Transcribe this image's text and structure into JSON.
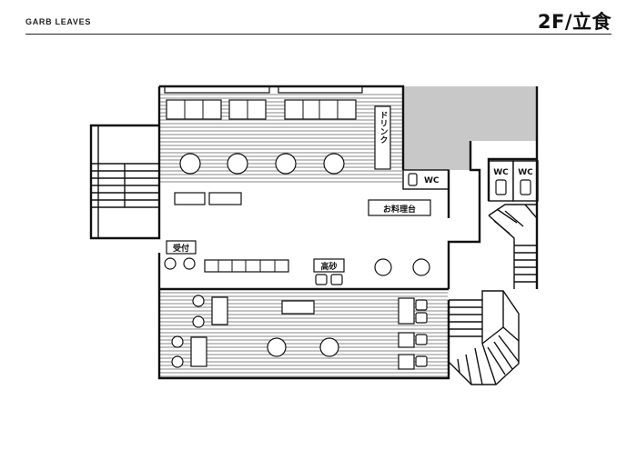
{
  "header": {
    "brand": "GARB LEAVES",
    "floor_title": "2F/立食"
  },
  "labels": {
    "drink": "ドリンク",
    "wc_main": "WC",
    "wc_left": "WC",
    "wc_right": "WC",
    "cooking_station": "お料理台",
    "reception": "受付",
    "high_seats": "高砂"
  },
  "colors": {
    "line": "#111111",
    "shaded_area": "#c8c8c8",
    "background": "#ffffff"
  }
}
